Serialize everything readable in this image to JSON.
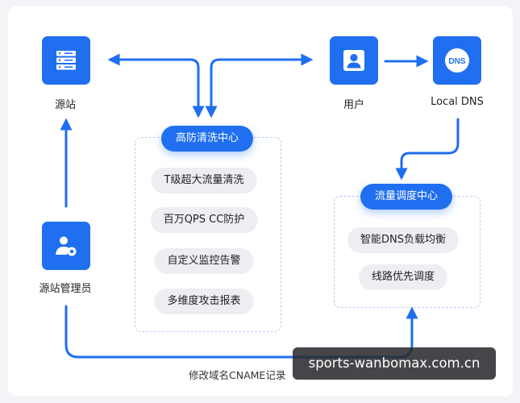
{
  "nodes": {
    "origin": {
      "label": "源站",
      "icon": "server-stack-icon"
    },
    "user": {
      "label": "用户",
      "icon": "user-icon"
    },
    "local_dns": {
      "label": "Local DNS",
      "icon": "dns-icon",
      "icon_text": "DNS"
    },
    "origin_admin": {
      "label": "源站管理员",
      "icon": "admin-settings-icon"
    }
  },
  "groups": {
    "scrubbing": {
      "title": "高防清洗中心",
      "items": [
        "T级超大流量清洗",
        "百万QPS CC防护",
        "自定义监控告警",
        "多维度攻击报表"
      ]
    },
    "scheduling": {
      "title": "流量调度中心",
      "items": [
        "智能DNS负载均衡",
        "线路优先调度"
      ]
    }
  },
  "edges": {
    "cname_label": "修改域名CNAME记录"
  },
  "watermark": "sports-wanbomax.com.cn",
  "colors": {
    "accent": "#1f6ff0",
    "pill_bg": "#eceef2",
    "dashed_border": "#b9cdf2"
  }
}
